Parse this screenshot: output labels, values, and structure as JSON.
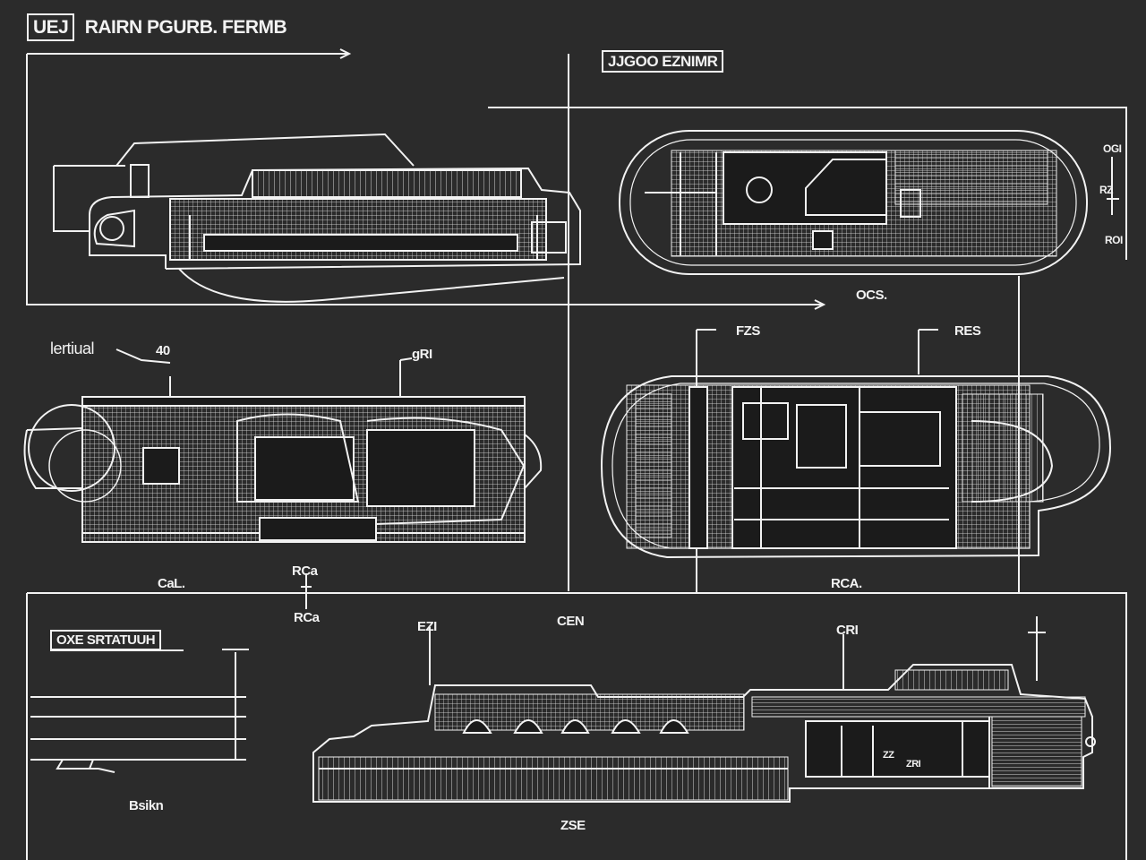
{
  "title": {
    "badge": "UEJ",
    "text": "RAIRN PGURB. FERMB"
  },
  "labels": {
    "top_box": "JJGOO EZNIMR",
    "section_box": "OXE SRTATUUH",
    "vertical": "lertiual",
    "tag_40": "40",
    "tag_gri": "gRI",
    "tag_cal": "CaL.",
    "tag_rca": "RCa",
    "tag_rca2": "RCa",
    "tag_ezi": "EZI",
    "tag_cen": "CEN",
    "tag_cri": "CRI",
    "tag_fzs": "FZS",
    "tag_res": "RES",
    "tag_rca3": "RCA.",
    "tag_ocs": "OCS.",
    "tag_r1": "OGI",
    "tag_r2": "RZ",
    "tag_r3": "ROI",
    "bottom_left": "Bsikn",
    "bottom_center": "ZSE",
    "inset": "ZZ",
    "inset2": "ZRI"
  },
  "colors": {
    "background": "#2b2b2b",
    "line": "#f2f2f2",
    "dark_fill": "#1b1b1b"
  }
}
